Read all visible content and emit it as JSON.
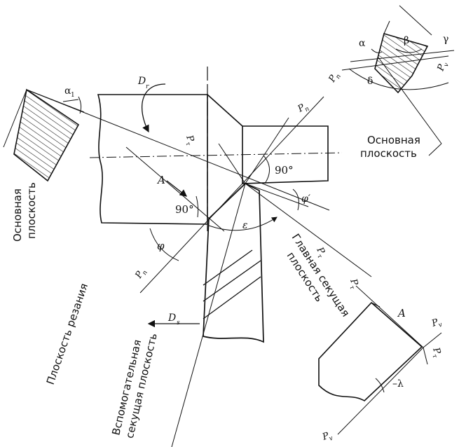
{
  "labels": {
    "dr": "D",
    "dr_sub": "r",
    "ds": "D",
    "ds_sub": "s",
    "a_center": "A",
    "a_right": "A",
    "alpha1": "α",
    "alpha1_sub": "1",
    "alpha": "α",
    "beta": "β",
    "gamma": "γ",
    "delta": "δ",
    "phi": "φ",
    "phi_prime": "φ′",
    "epsilon": "ε",
    "lambda": "–λ",
    "deg90_upper": "90°",
    "deg90_lower": "90°",
    "pn": "P",
    "pn_sub": "n",
    "pt": "P",
    "pt_sub": "τ",
    "pv": "P",
    "pv_sub": "v"
  },
  "captions": {
    "basic_plane_left_l1": "Основная",
    "basic_plane_left_l2": "плоскость",
    "basic_plane_right_l1": "Основная",
    "basic_plane_right_l2": "плоскость",
    "cutting_plane": "Плоскость резания",
    "main_secant_l1": "Главная секущая",
    "main_secant_l2": "плоскость",
    "aux_secant_l1": "Вспомогательная",
    "aux_secant_l2": "секущая плоскость"
  }
}
